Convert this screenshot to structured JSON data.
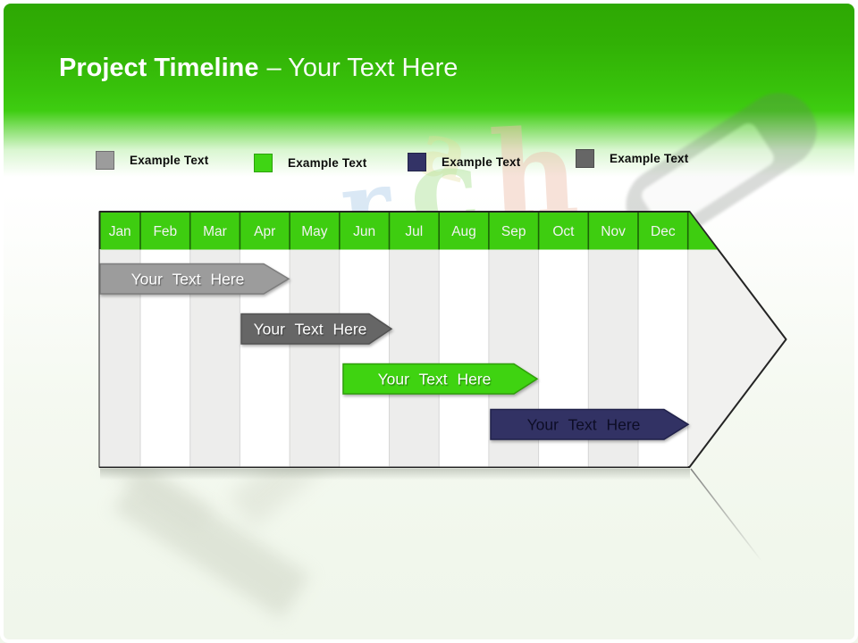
{
  "slide": {
    "title": {
      "bold": "Project Timeline",
      "rest": "– Your Text Here"
    },
    "accent_green": "#3ecd11",
    "header_gradient_top": "#2ea803"
  },
  "legend": {
    "items": [
      {
        "label": "Example Text",
        "color": "#9c9c9c"
      },
      {
        "label": "Example Text",
        "color": "#3fd514"
      },
      {
        "label": "Example Text",
        "color": "#333366"
      },
      {
        "label": "Example Text",
        "color": "#666666"
      }
    ]
  },
  "watermark": {
    "letters": [
      {
        "char": "r",
        "color": "#aecdea"
      },
      {
        "char": "c",
        "color": "#abe294"
      },
      {
        "char": "h",
        "color": "#eec0ad"
      }
    ]
  },
  "chart_data": {
    "type": "bar",
    "subtype": "gantt-timeline-arrow",
    "title": "Project Timeline – Your Text Here",
    "months": [
      "Jan",
      "Feb",
      "Mar",
      "Apr",
      "May",
      "Jun",
      "Jul",
      "Aug",
      "Sep",
      "Oct",
      "Nov",
      "Dec"
    ],
    "header_color": "#3ecd10",
    "stripe_colors": [
      "#ededec",
      "#ffffff"
    ],
    "bars": [
      {
        "label": "Your Text Here",
        "start": "Jan",
        "end": "Apr",
        "row": 1,
        "color": "#9c9c9c",
        "text_color": "#fdfdfd"
      },
      {
        "label": "Your Text Here",
        "start": "Apr",
        "end": "Jun",
        "row": 2,
        "color": "#666666",
        "text_color": "#fdfdfd"
      },
      {
        "label": "Your Text Here",
        "start": "Jun",
        "end": "Sep",
        "row": 3,
        "color": "#3fd311",
        "text_color": "#fdfdfd"
      },
      {
        "label": "Your Text Here",
        "start": "Sep",
        "end": "Dec",
        "row": 4,
        "color": "#323264",
        "text_color": "#0d0d26"
      }
    ]
  }
}
